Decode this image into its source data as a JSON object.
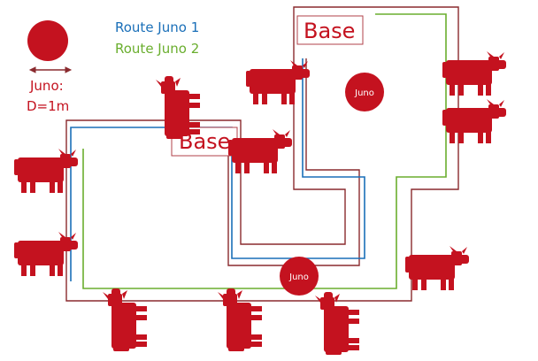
{
  "legend": {
    "route1": "Route Juno 1",
    "route2": "Route Juno 2",
    "juno_label": "Juno:",
    "diameter_label": "D=1m"
  },
  "bases": [
    {
      "label": "Base"
    },
    {
      "label": "Base"
    }
  ],
  "robots": [
    {
      "label": "Juno"
    },
    {
      "label": "Juno"
    }
  ],
  "colors": {
    "wall": "#8a2a2e",
    "cow": "#c4121f",
    "robot": "#c4121f",
    "route1": "#1a6fb8",
    "route2": "#6aae2e",
    "base_border": "#b04048",
    "base_text": "#c4121f"
  },
  "icons": {
    "cow": "cow-icon",
    "robot": "juno-robot-icon",
    "arrow": "double-arrow-icon"
  }
}
